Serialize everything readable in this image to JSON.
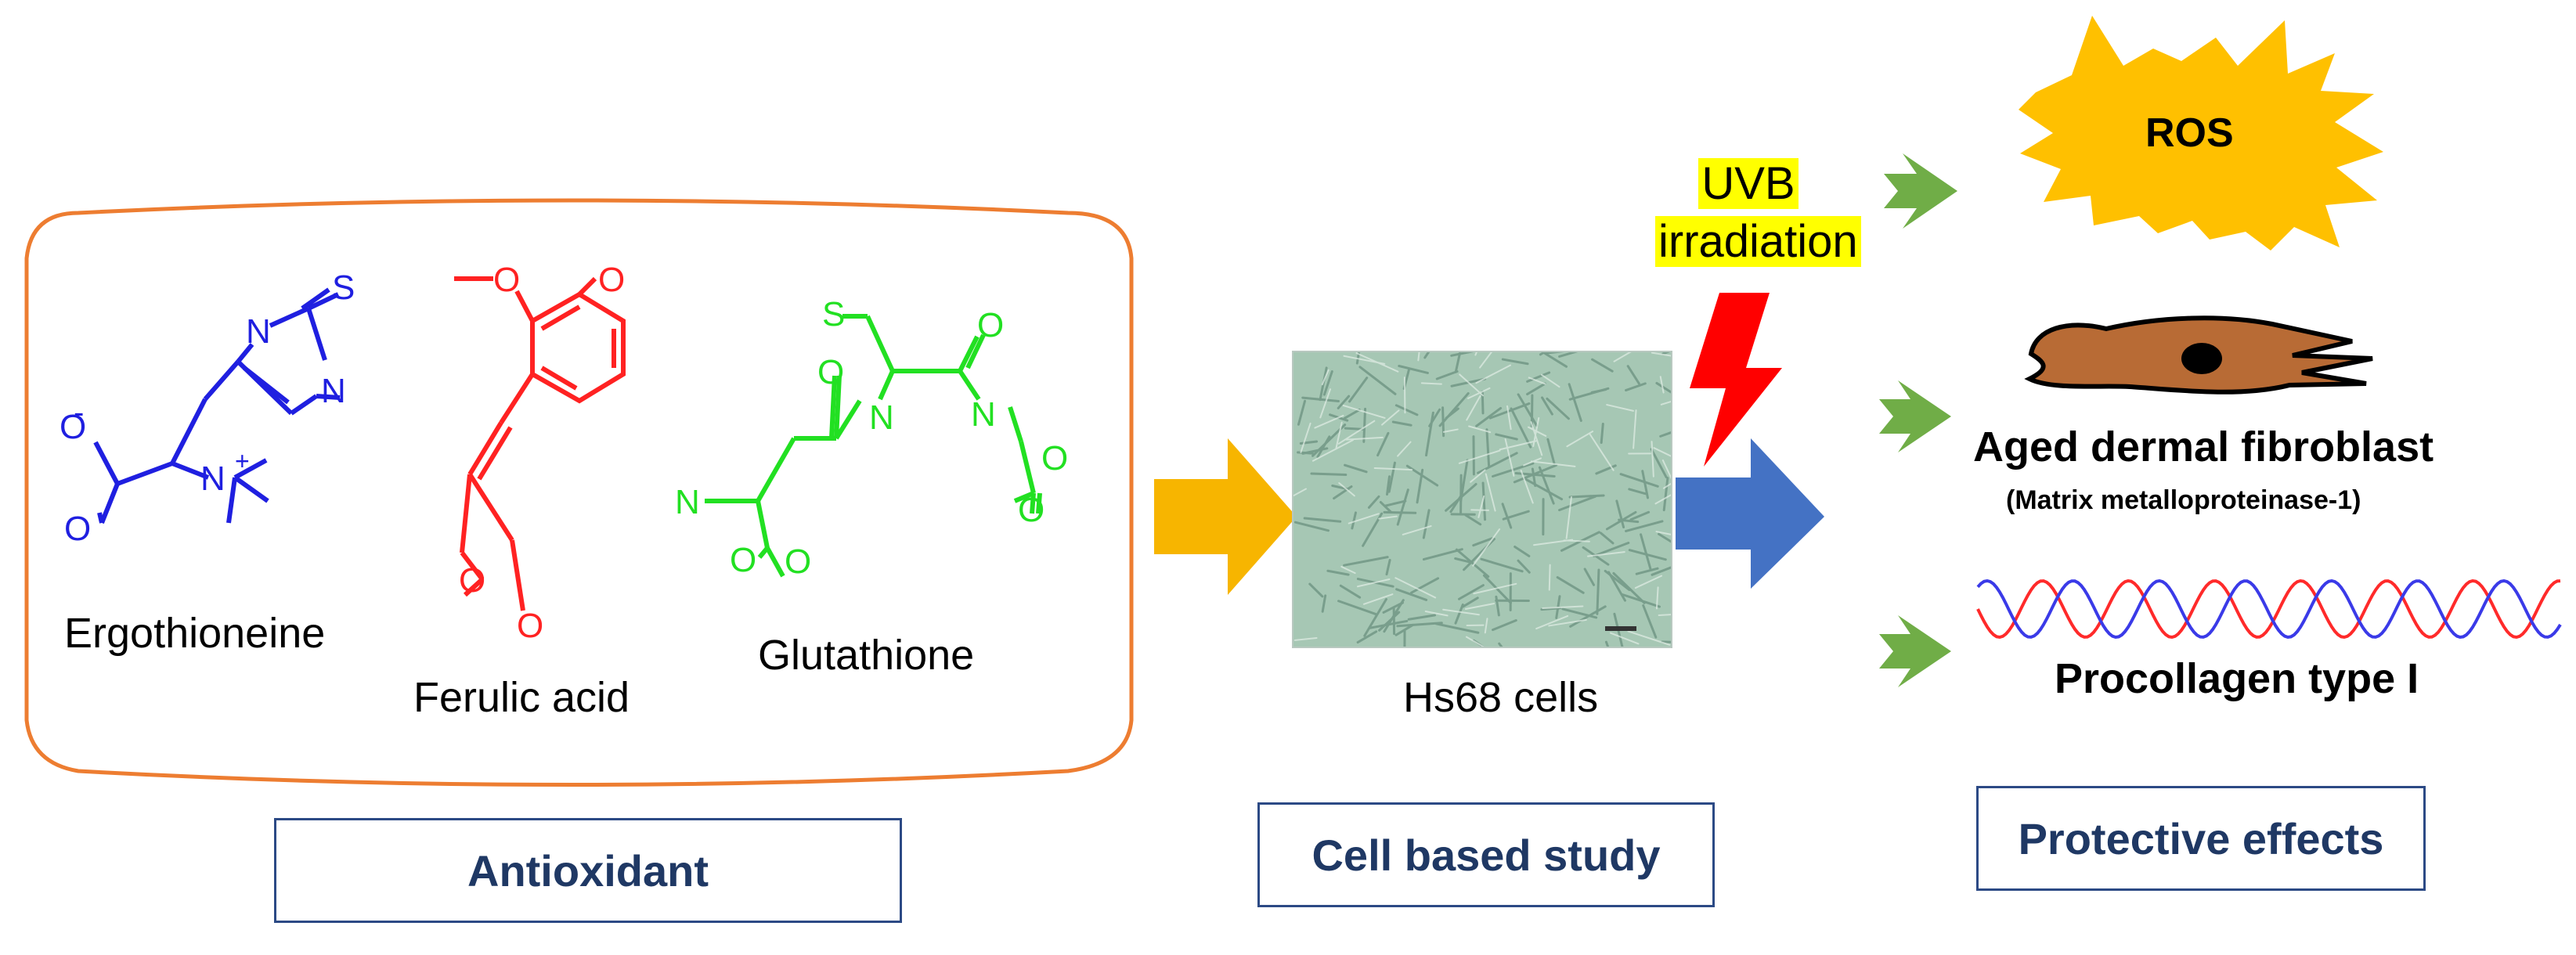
{
  "molecules": {
    "ergothioneine": "Ergothioneine",
    "ferulic_acid": "Ferulic acid",
    "glutathione": "Glutathione"
  },
  "cells_label": "Hs68 cells",
  "uvb": {
    "line1": "UVB",
    "line2": "irradiation"
  },
  "effects": {
    "ros": "ROS",
    "fibroblast_title": "Aged dermal fibroblast",
    "fibroblast_sub": "(Matrix  metalloproteinase-1)",
    "procollagen": "Procollagen type I"
  },
  "boxes": {
    "antioxidant": "Antioxidant",
    "cell_study": "Cell based study",
    "protective": "Protective effects"
  },
  "colors": {
    "ergothioneine": "#1f1fe0",
    "ferulic_acid": "#ff2222",
    "glutathione": "#22e022",
    "container_border": "#ed7d31",
    "arrow_orange": "#f7b500",
    "arrow_blue": "#4472c4",
    "arrow_green": "#70ad47",
    "lightning": "#ff0000",
    "ros_star": "#ffc000",
    "fibroblast": "#b86b35",
    "box_text": "#1f3864",
    "highlight": "#ffff00"
  },
  "icons": [
    "lightning-icon",
    "ros-starburst-icon",
    "fibroblast-cell-icon",
    "dna-helix-icon",
    "arrow-icon"
  ]
}
